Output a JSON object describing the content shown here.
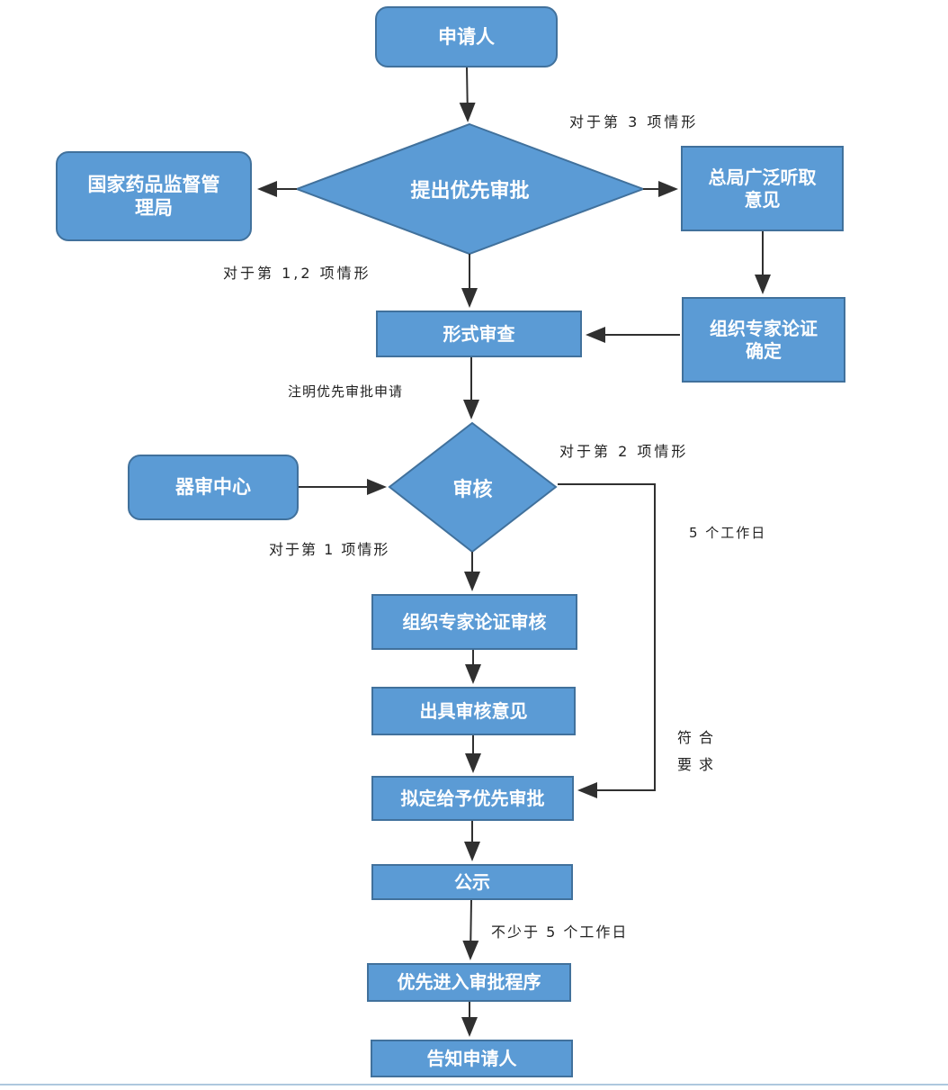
{
  "colors": {
    "node_fill": "#5b9bd5",
    "node_border": "#41719c",
    "arrow": "#303030",
    "bottom_line": "#aec8de"
  },
  "nodes": {
    "applicant": "申请人",
    "propose": "提出优先审批",
    "nmpa": "国家药品监督管理局",
    "listen": "总局广泛听取意见",
    "expert_confirm": "组织专家论证确定",
    "formal_review": "形式审查",
    "review": "审核",
    "device_center": "器审中心",
    "expert_review": "组织专家论证审核",
    "issue_opinion": "出具审核意见",
    "draft_grant": "拟定给予优先审批",
    "publicity": "公示",
    "priority_enter": "优先进入审批程序",
    "notify": "告知申请人"
  },
  "edge_labels": {
    "case3": "对于第 3 项情形",
    "case12": "对于第 1,2 项情形",
    "note_priority": "注明优先审批申请",
    "case2": "对于第 2 项情形",
    "five_days": "5 个工作日",
    "case1": "对于第 1 项情形",
    "meet_line1": "符合",
    "meet_line2": "要求",
    "no_less_five_days": "不少于 5 个工作日"
  }
}
